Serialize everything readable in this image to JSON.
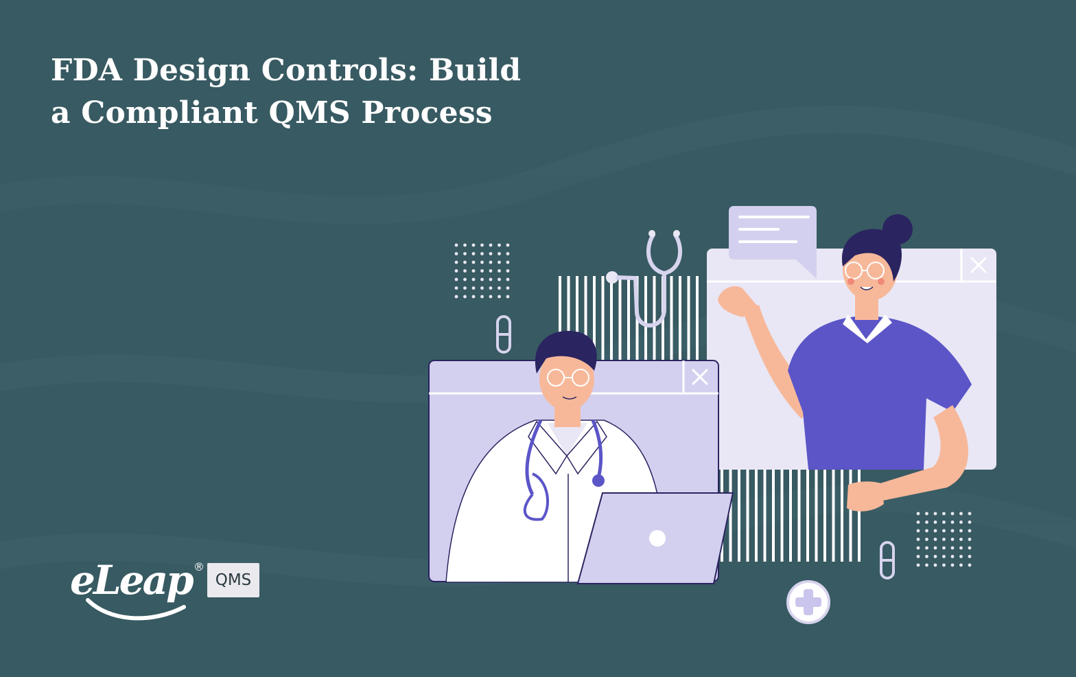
{
  "title": {
    "line1": "FDA Design Controls: Build",
    "line2": "a Compliant QMS Process"
  },
  "logo": {
    "wordmark": "eLeap",
    "registered": "®",
    "badge": "QMS"
  },
  "colors": {
    "background": "#385a62",
    "window_lavender": "#d3d0ef",
    "window_light": "#e9e7f5",
    "shirt_purple": "#5b55c8",
    "navy": "#2a2460",
    "skin": "#f7b89a"
  },
  "icons": [
    "stethoscope-icon",
    "close-icon",
    "chat-bubble-icon",
    "pill-icon",
    "medical-cross-icon",
    "laptop-icon"
  ]
}
